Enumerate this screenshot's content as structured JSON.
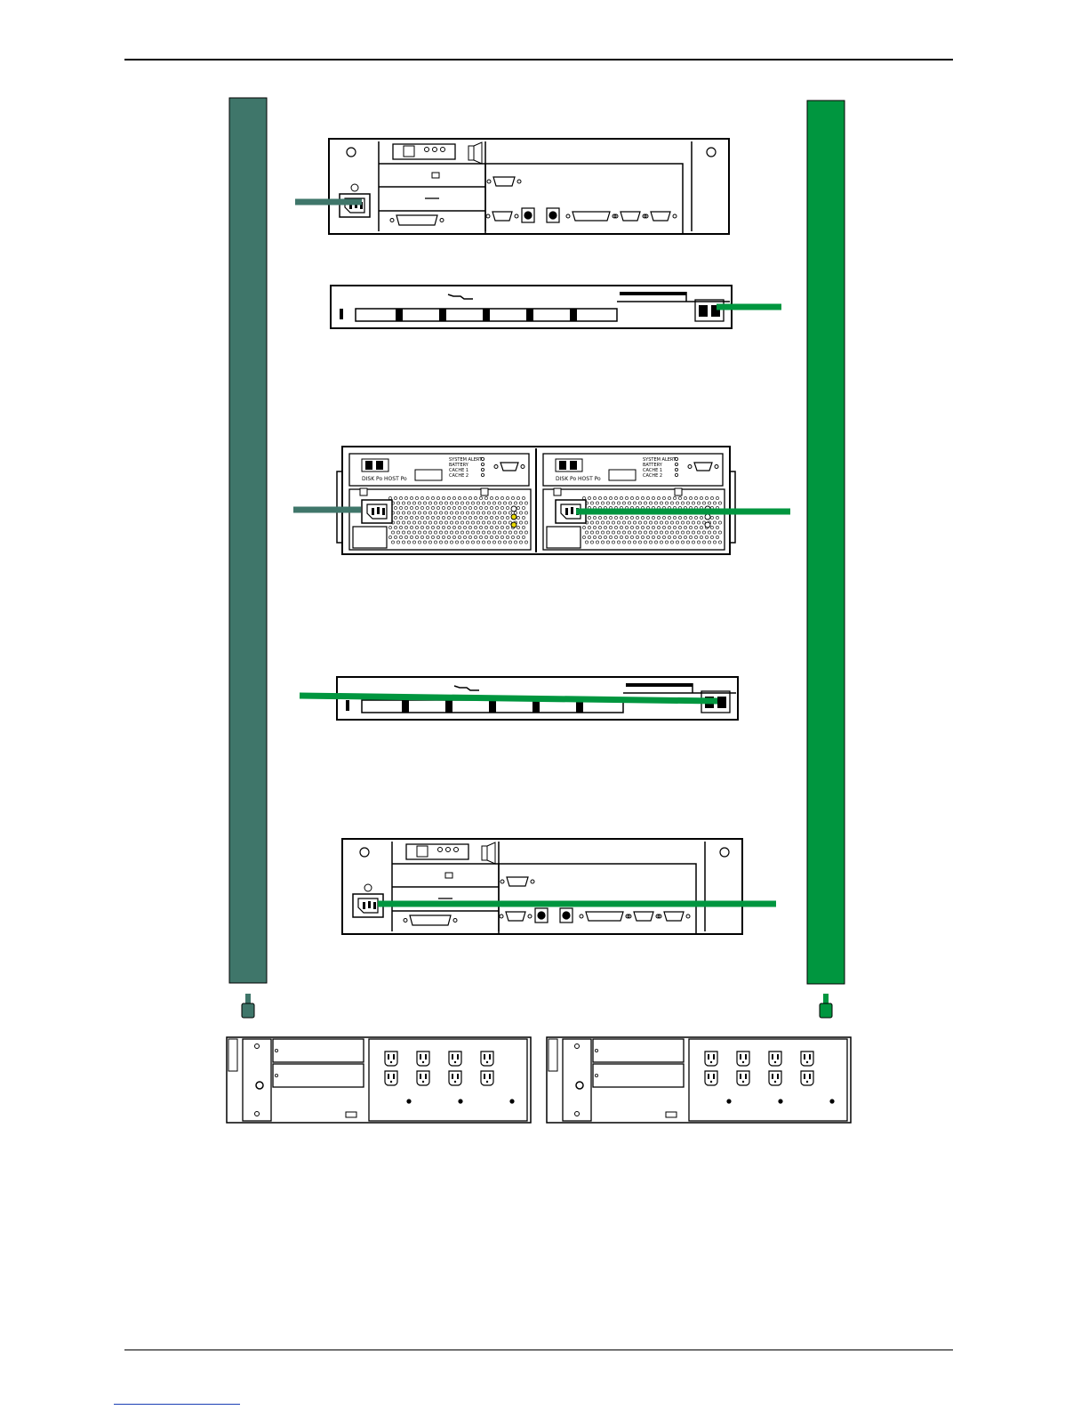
{
  "colors": {
    "feed_a": "#3f766a",
    "feed_b": "#00963f",
    "ink": "#000000",
    "background": "#ffffff",
    "led_yellow": "#e8d800",
    "footer_link": "#1b3fb5"
  },
  "diagram": {
    "devices": [
      {
        "id": "server-top",
        "kind": "rack-server",
        "feed": "A",
        "label": ""
      },
      {
        "id": "switch-upper",
        "kind": "network-switch",
        "feed": "B",
        "label": ""
      },
      {
        "id": "storage-array",
        "kind": "dual-psu-storage",
        "feed": "A+B",
        "label": ""
      },
      {
        "id": "switch-lower",
        "kind": "network-switch",
        "feed": "A",
        "label": ""
      },
      {
        "id": "server-bottom",
        "kind": "rack-server",
        "feed": "B",
        "label": ""
      }
    ],
    "power_strips": [
      {
        "id": "pdu-a",
        "color_key": "feed_a"
      },
      {
        "id": "pdu-b",
        "color_key": "feed_b"
      }
    ],
    "ups_units": [
      {
        "id": "ups-left",
        "outlets": 8
      },
      {
        "id": "ups-right",
        "outlets": 8
      }
    ],
    "storage_controller_labels": [
      {
        "ports": "DISK Po  HOST Po",
        "status": [
          "SYSTEM ALERT",
          "BATTERY",
          "CACHE 1",
          "CACHE 2"
        ]
      },
      {
        "ports": "DISK Po  HOST Po",
        "status": [
          "SYSTEM ALERT",
          "BATTERY",
          "CACHE 1",
          "CACHE 2"
        ]
      }
    ]
  }
}
